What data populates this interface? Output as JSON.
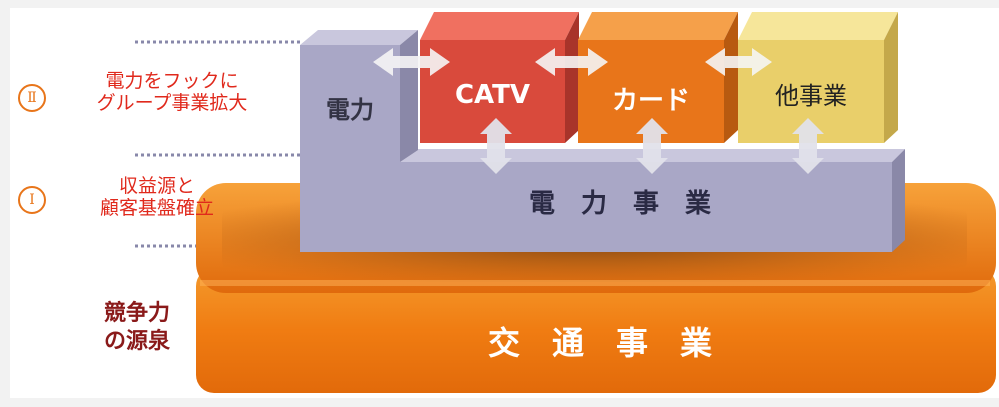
{
  "stages": [
    {
      "numeral": "Ⅱ",
      "label": "電力をフックに\nグループ事業拡大"
    },
    {
      "numeral": "Ⅰ",
      "label": "収益源と\n顧客基盤確立"
    }
  ],
  "source_label": "競争力\nの源泉",
  "blocks": {
    "denryoku": "電力",
    "catv": "CATV",
    "card": "カード",
    "other": "他事業",
    "power_business": "電　力　事　業",
    "transport_business": "交　通　事　業"
  },
  "colors": {
    "catv": "#d94a3c",
    "card": "#e8751a",
    "other": "#e9cf6a",
    "power": "#a9a7c6",
    "transport": "#f2841a",
    "stage_text": "#e0291c",
    "source_text": "#8a1a1a"
  }
}
